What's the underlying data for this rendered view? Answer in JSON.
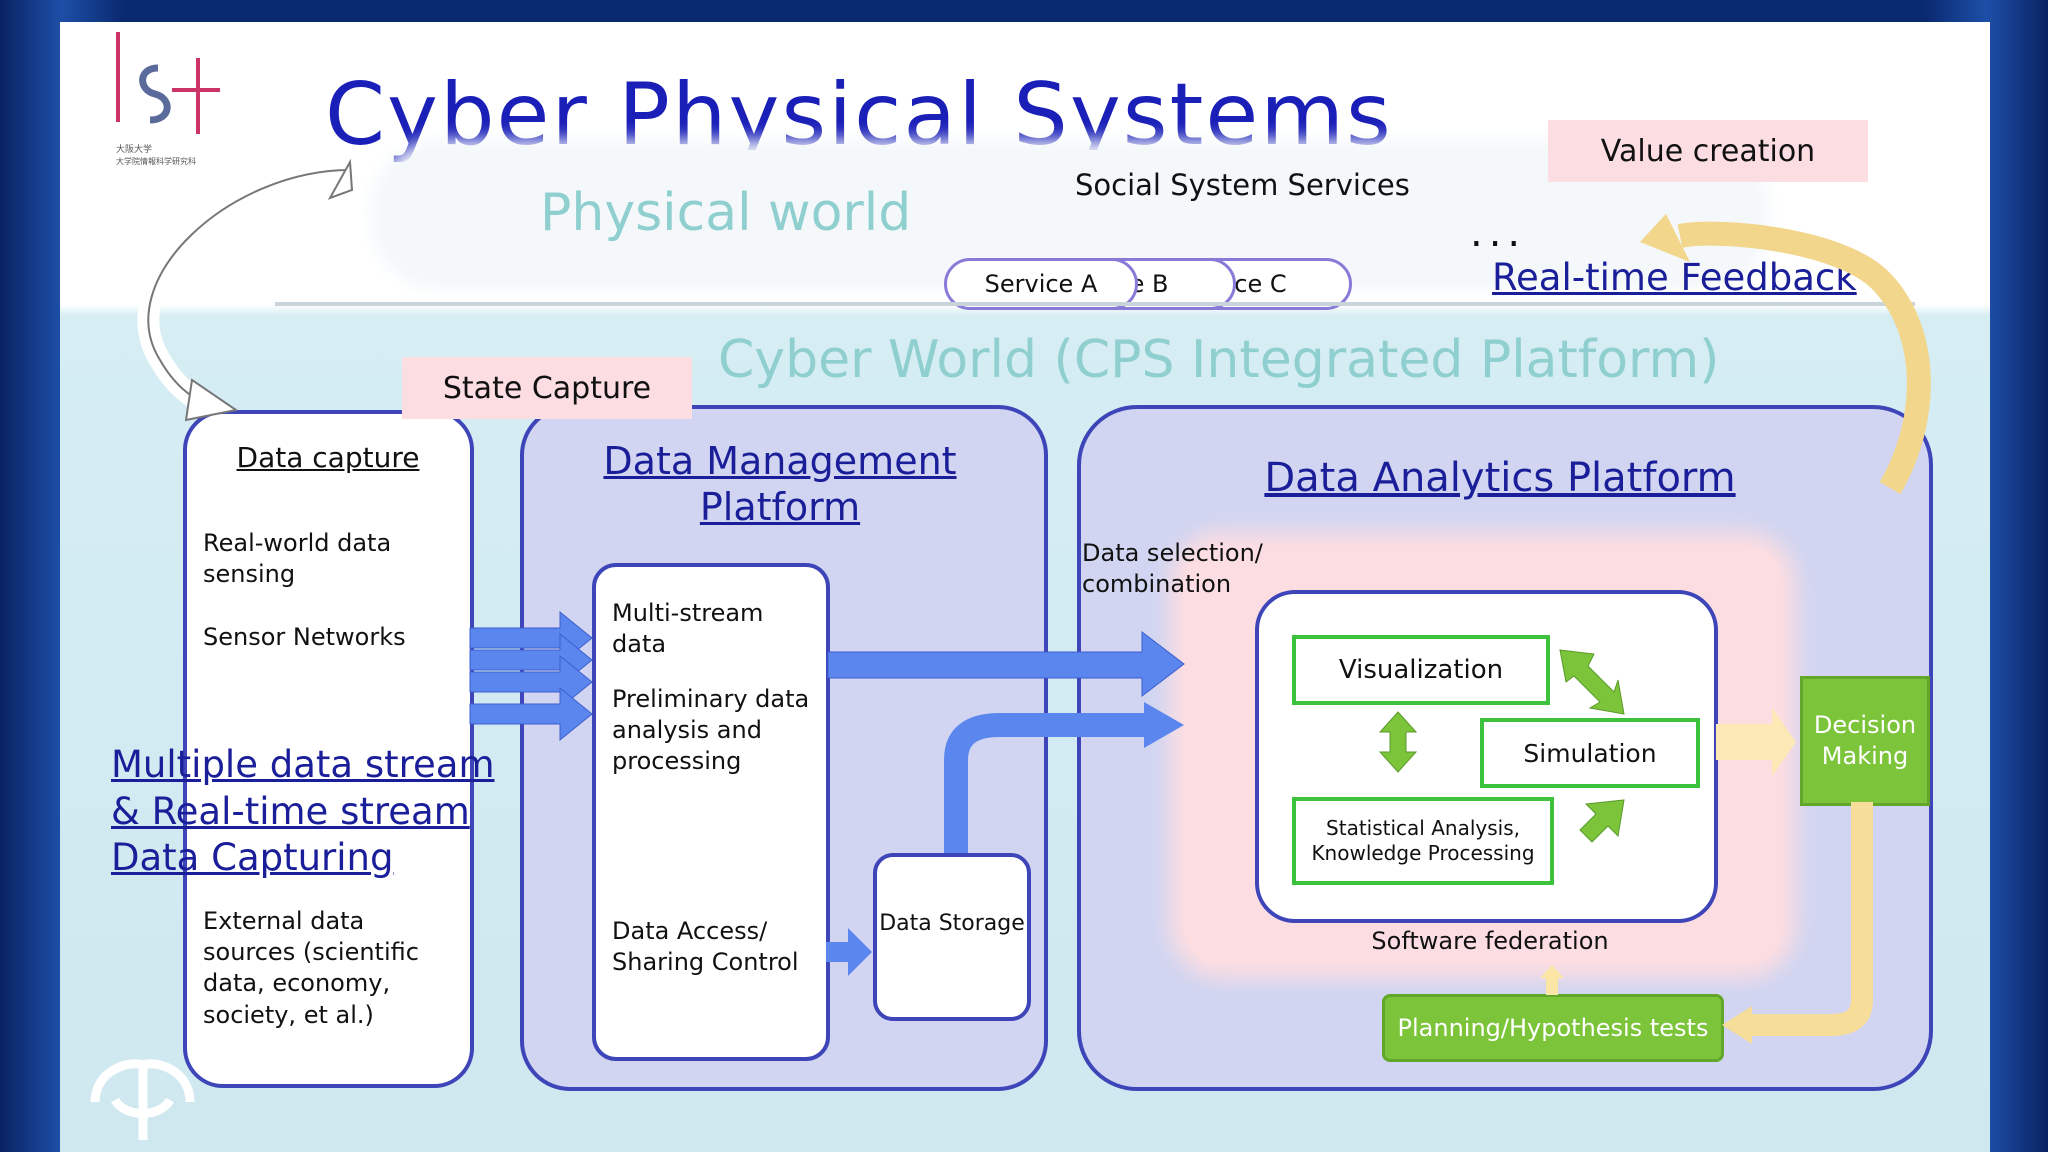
{
  "title": "Cyber Physical Systems",
  "logo": {
    "letters": "IST",
    "subtitle_line1": "大阪大学",
    "subtitle_line2": "大学院情報科学研究科"
  },
  "value_creation": "Value creation",
  "physical_world": "Physical world",
  "social_system_services": "Social System Services",
  "services": [
    "Service A",
    "vice B",
    "vice C"
  ],
  "ellipsis": "...",
  "real_time_feedback": "Real-time Feedback",
  "cyber_world": "Cyber World (CPS Integrated Platform)",
  "state_capture": "State Capture",
  "data_capture": {
    "title": "Data capture",
    "real_world": "Real-world data sensing",
    "sensor_networks": "Sensor Networks",
    "external_sources": "External data sources (scientific data, economy, society, et al.)"
  },
  "multiple_stream": {
    "line1": "Multiple data stream",
    "line2": "& Real-time stream",
    "line3": "Data Capturing"
  },
  "data_management": {
    "title_line1": "Data Management",
    "title_line2": "Platform",
    "multi_stream": "Multi-stream data",
    "preliminary": "Preliminary data analysis and processing",
    "access_control": "Data Access/ Sharing Control",
    "storage": "Data Storage"
  },
  "data_analytics": {
    "title": "Data Analytics Platform",
    "selection": "Data selection/ combination",
    "visualization": "Visualization",
    "simulation": "Simulation",
    "statistical": "Statistical Analysis, Knowledge Processing",
    "software_federation": "Software federation",
    "decision_making": "Decision Making",
    "planning": "Planning/Hypothesis tests"
  },
  "colors": {
    "title_blue": "#1a1fb8",
    "panel_border": "#3d45b8",
    "panel_fill": "#d1d5f1",
    "arrow_blue": "#5a86ee",
    "green_border": "#3cc23c",
    "green_fill": "#7cc43a",
    "pink": "#fbdde2",
    "cyan_text": "#8fcfcf",
    "feedback_arrow": "#f6dd9a"
  }
}
